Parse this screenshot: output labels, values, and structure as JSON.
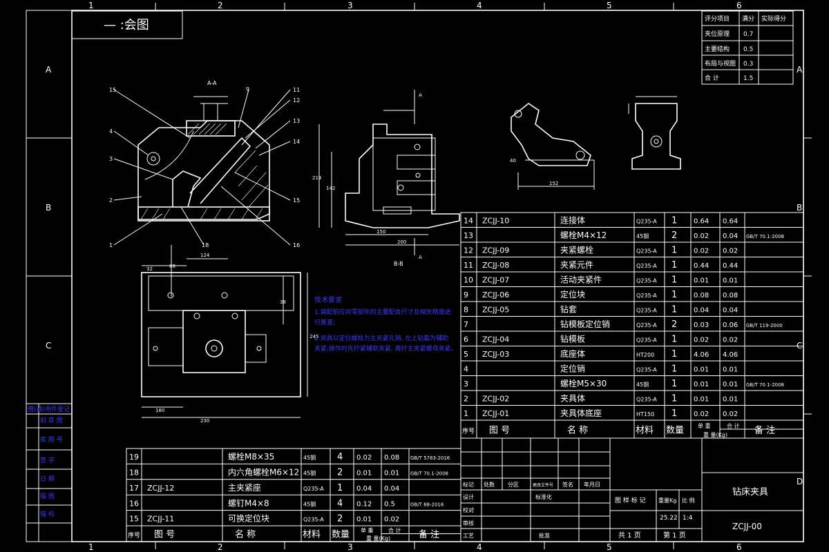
{
  "title_block_label": "—  :会图",
  "grid": {
    "columns": [
      "1",
      "2",
      "3",
      "4",
      "5",
      "6"
    ],
    "rows": [
      "A",
      "B",
      "C",
      "D"
    ]
  },
  "scoring": {
    "headers": [
      "评分项目",
      "满分",
      "实际得分"
    ],
    "rows": [
      {
        "item": "夹位原理",
        "full": "0.7",
        "actual": ""
      },
      {
        "item": "主要结构",
        "full": "0.5",
        "actual": ""
      },
      {
        "item": "布局与视图",
        "full": "0.3",
        "actual": ""
      },
      {
        "item": "合  计",
        "full": "1.5",
        "actual": ""
      }
    ]
  },
  "tech_requirements": {
    "heading": "技术要求",
    "line1": "1.装配前应对零部件的主要配合尺寸及相关精度进",
    "line1b": "行复查;",
    "line2": "2.夹具以定位螺栓为主夹紧孔销, 左上钻套为辅助",
    "line2b": "夹紧,操作时先拧紧辅助夹紧, 再拧主夹紧螺母夹紧。"
  },
  "bom_right": [
    {
      "no": "14",
      "code": "ZCJJ-10",
      "name": "连接体",
      "mat": "Q235-A",
      "qty": "1",
      "unit": "0.64",
      "total": "0.64",
      "note": ""
    },
    {
      "no": "13",
      "code": "",
      "name": "螺栓M4×12",
      "mat": "45钢",
      "qty": "2",
      "unit": "0.02",
      "total": "0.04",
      "note": "GB/T 70.1-2008"
    },
    {
      "no": "12",
      "code": "ZCJJ-09",
      "name": "夹紧螺栓",
      "mat": "Q235-A",
      "qty": "1",
      "unit": "0.02",
      "total": "0.02",
      "note": ""
    },
    {
      "no": "11",
      "code": "ZCJJ-08",
      "name": "夹紧元件",
      "mat": "Q235-A",
      "qty": "1",
      "unit": "0.44",
      "total": "0.44",
      "note": ""
    },
    {
      "no": "10",
      "code": "ZCJJ-07",
      "name": "活动夹紧件",
      "mat": "Q235-A",
      "qty": "1",
      "unit": "0.01",
      "total": "0.01",
      "note": ""
    },
    {
      "no": "9",
      "code": "ZCJJ-06",
      "name": "定位块",
      "mat": "Q235-A",
      "qty": "1",
      "unit": "0.08",
      "total": "0.08",
      "note": ""
    },
    {
      "no": "8",
      "code": "ZCJJ-05",
      "name": "钻套",
      "mat": "Q235-A",
      "qty": "1",
      "unit": "0.04",
      "total": "0.04",
      "note": ""
    },
    {
      "no": "7",
      "code": "",
      "name": "钻模板定位销",
      "mat": "Q235-A",
      "qty": "2",
      "unit": "0.03",
      "total": "0.06",
      "note": "GB/T 119-2000"
    },
    {
      "no": "6",
      "code": "ZCJJ-04",
      "name": "钻模板",
      "mat": "Q235-A",
      "qty": "1",
      "unit": "0.02",
      "total": "0.02",
      "note": ""
    },
    {
      "no": "5",
      "code": "ZCJJ-03",
      "name": "底座体",
      "mat": "HT200",
      "qty": "1",
      "unit": "4.06",
      "total": "4.06",
      "note": ""
    },
    {
      "no": "4",
      "code": "",
      "name": "定位销",
      "mat": "Q235-A",
      "qty": "1",
      "unit": "0.01",
      "total": "0.01",
      "note": ""
    },
    {
      "no": "3",
      "code": "",
      "name": "螺栓M5×30",
      "mat": "45钢",
      "qty": "1",
      "unit": "0.01",
      "total": "0.01",
      "note": "GB/T 70.1-2008"
    },
    {
      "no": "2",
      "code": "ZCJJ-02",
      "name": "夹具体",
      "mat": "Q235-A",
      "qty": "1",
      "unit": "0.01",
      "total": "0.01",
      "note": ""
    },
    {
      "no": "1",
      "code": "ZCJJ-01",
      "name": "夹具体底座",
      "mat": "HT150",
      "qty": "1",
      "unit": "0.02",
      "total": "0.02",
      "note": ""
    }
  ],
  "bom_header": {
    "no": "序号",
    "code": "图  号",
    "name": "名  称",
    "mat": "材料",
    "qty": "数量",
    "unit": "单 重",
    "total": "合 计",
    "weight": "重 量(Kg)",
    "note": "备 注"
  },
  "bom_bottom": [
    {
      "no": "19",
      "code": "",
      "name": "螺栓M8×35",
      "mat": "45钢",
      "qty": "4",
      "unit": "0.02",
      "total": "0.08",
      "note": "GB/T 5783-2016"
    },
    {
      "no": "18",
      "code": "",
      "name": "内六角螺栓M6×12",
      "mat": "45钢",
      "qty": "2",
      "unit": "0.01",
      "total": "0.01",
      "note": "GB/T 70.1-2008"
    },
    {
      "no": "17",
      "code": "ZCJJ-12",
      "name": "主夹紧座",
      "mat": "Q235-A",
      "qty": "1",
      "unit": "0.04",
      "total": "0.04",
      "note": ""
    },
    {
      "no": "16",
      "code": "",
      "name": "螺钉M4×8",
      "mat": "45钢",
      "qty": "4",
      "unit": "0.12",
      "total": "0.5",
      "note": "GB/T 68-2016"
    },
    {
      "no": "15",
      "code": "ZCJJ-11",
      "name": "可换定位块",
      "mat": "Q235-A",
      "qty": "2",
      "unit": "0.01",
      "total": "0.02",
      "note": ""
    }
  ],
  "title_block": {
    "name": "钻床夹具",
    "drawing_no": "ZCJJ-00",
    "rev_headers": [
      "标记",
      "处数",
      "分区",
      "更改文件号",
      "签名",
      "年月日"
    ],
    "roles": [
      "设计",
      "校对",
      "审核",
      "工艺"
    ],
    "standardization": "标准化",
    "approve": "批准",
    "stage_label": "图 样 标 记",
    "weight_label": "重量Kg",
    "scale_label": "比 例",
    "weight": "25.22",
    "scale": "1:4",
    "sheets": "共 1 页",
    "sheet": "第 1 页"
  },
  "left_strip": [
    "借(通)用件登记",
    "旧 底 图",
    "底 图 号",
    "签 字",
    "日 期",
    "描 图",
    "描 校"
  ],
  "view_labels": {
    "a_a": "A-A",
    "b_b": "B-B"
  }
}
